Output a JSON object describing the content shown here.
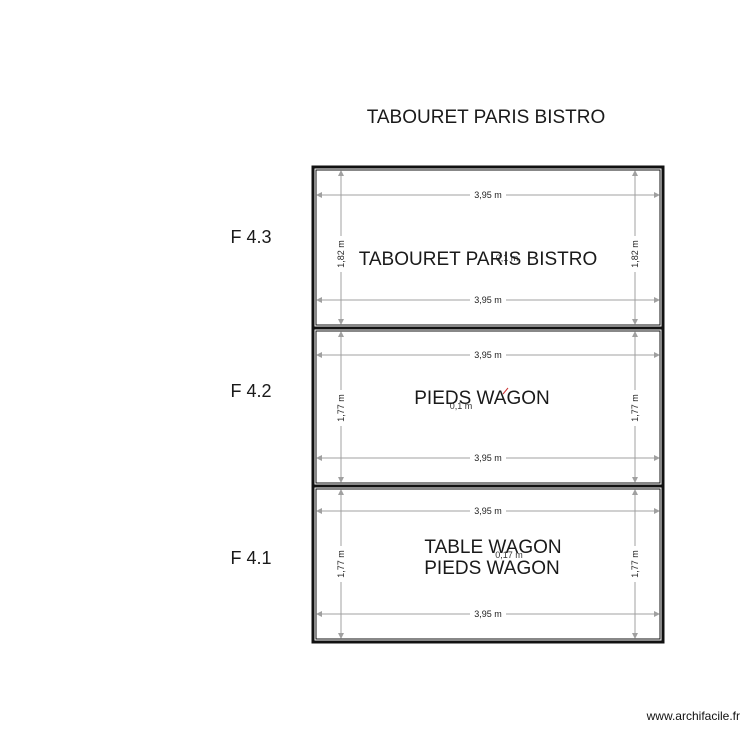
{
  "title": "TABOURET PARIS BISTRO",
  "credit": "www.archifacile.fr",
  "rows": [
    {
      "row_label": "F 4.3",
      "room_label_lines": [
        "TABOURET PARIS BISTRO"
      ],
      "width_dim": "3,95 m",
      "height_dim": "1,82 m",
      "inner_small": "0,1 m"
    },
    {
      "row_label": "F 4.2",
      "room_label_lines": [
        "PIEDS WAGON"
      ],
      "width_dim": "3,95 m",
      "height_dim": "1,77 m",
      "inner_small": "0,1 m"
    },
    {
      "row_label": "F 4.1",
      "room_label_lines": [
        "TABLE WAGON",
        "PIEDS WAGON"
      ],
      "width_dim": "3,95 m",
      "height_dim": "1,77 m",
      "inner_small": "0,17 m"
    }
  ],
  "colors": {
    "wall": "#111111",
    "dimension": "#a0a0a0",
    "marker": "#cc3333"
  }
}
